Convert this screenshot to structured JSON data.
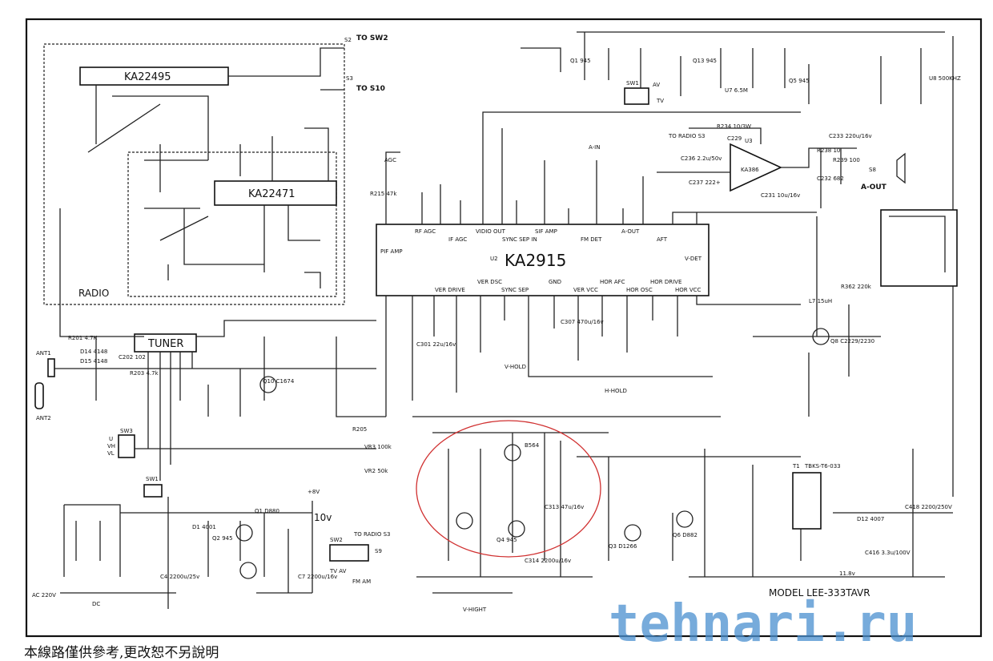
{
  "title": {
    "model": "MODEL LEE-333TAVR"
  },
  "watermark": "tehnari.ru",
  "footer_note": "本線路僅供參考,更改恕不另說明",
  "colors": {
    "ink": "#111111",
    "watermark": "#4a90d0",
    "handmark": "#d03030"
  },
  "radio": {
    "label": "RADIO",
    "ic1": "KA22495",
    "ic2": "KA22471",
    "to_sw2": "TO SW2",
    "to_s10": "TO S10",
    "s2": "S2",
    "s3": "S3"
  },
  "main_ic": {
    "name": "KA2915",
    "ref": "U2",
    "top_pins": [
      "RF AGC",
      "IF AGC",
      "VIDIO OUT",
      "SYNC SEP IN",
      "SIF AMP",
      "FM DET",
      "A-OUT",
      "AFT"
    ],
    "left_pin": "PIF AMP",
    "right_pin": "V-DET",
    "bottom_pins": [
      "VER DRIVE",
      "VER DSC",
      "SYNC SEP",
      "GND",
      "VER VCC",
      "HOR AFC",
      "HOR OSC",
      "HOR DRIVE",
      "HOR VCC"
    ]
  },
  "audio": {
    "ic": "KA386",
    "ref": "U3",
    "a_in": "A-IN",
    "a_out": "A-OUT",
    "to_radio": "TO RADIO S3",
    "s8": "S8",
    "c233": "C233 220u/16v",
    "r238": "R238 10",
    "r239": "R239 100",
    "c232": "C232 682",
    "c231": "C231 10u/16v",
    "c236": "C236 2.2u/50v",
    "c237": "C237 222+",
    "r234": "R234 10/3W",
    "c229": "C229"
  },
  "tuner": {
    "label": "TUNER",
    "ant1": "ANT1",
    "ant2": "ANT2",
    "r201": "R201 4.7K",
    "d14": "D14 4148",
    "d15": "D15 4148",
    "c202": "C202 102",
    "r203": "R203 4.7k",
    "sw3": "SW3",
    "vh": "VH",
    "vl": "VL",
    "u": "U"
  },
  "controls": {
    "agc": "AGC",
    "v_hold": "V-HOLD",
    "h_hold": "H-HOLD",
    "v_hight": "V-HIGHT",
    "av": "AV",
    "tv": "TV",
    "sw1": "SW1",
    "agc_r": "R215 47k"
  },
  "power": {
    "ac": "AC 220V",
    "dc": "DC",
    "v10": "10v",
    "v11": "11.8v",
    "sw2": "SW2",
    "tv_av": "TV AV",
    "fm_am": "FM AM",
    "to_radio": "TO RADIO S3",
    "s9": "S9",
    "sw1": "SW1",
    "plus8v": "+8V"
  },
  "flyback": {
    "label": "T1",
    "part": "TBKS-T6-033",
    "c418": "C418 2200/250V",
    "c416": "C416 3.3u/100V",
    "d12": "D12 4007"
  },
  "parts": {
    "q1": "Q1 945",
    "q13": "Q13 945",
    "q5": "Q5 945",
    "u8": "U8 500KHZ",
    "u7": "U7 6.5M",
    "q8": "Q8 C2229/2230",
    "q10": "Q10 C1674",
    "q4": "Q4 945",
    "q3": "Q3 D1266",
    "q6": "Q6 D882",
    "l7": "L7 15uH",
    "r362": "R362 220k",
    "c307": "C307 470u/16v",
    "c301": "C301 22u/16v",
    "b564": "B564",
    "c313": "C313 47u/16v",
    "c314": "C314 2200u/16v",
    "r205": "R205",
    "vr3": "VR3 100k",
    "vr2": "VR2 50k",
    "c4": "C4 2200u/25v",
    "q2": "Q2 945",
    "q1p": "Q1 D880",
    "d1": "D1 4001",
    "c7": "C7 2200u/16v"
  }
}
